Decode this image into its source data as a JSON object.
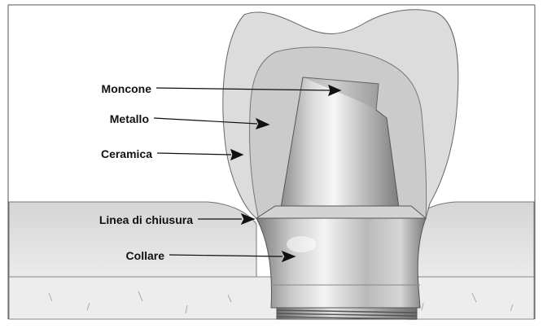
{
  "labels": {
    "moncone": "Moncone",
    "metallo": "Metallo",
    "ceramica": "Ceramica",
    "linea_di_chiusura": "Linea di chiusura",
    "collare": "Collare"
  },
  "colors": {
    "ceramic": "#d9d9d9",
    "metal_layer": "#c9c9c9",
    "gum": "#e4e4e4",
    "bone": "#ececec",
    "steel_light": "#f2f2f2",
    "steel_dark": "#8a8a8a"
  }
}
